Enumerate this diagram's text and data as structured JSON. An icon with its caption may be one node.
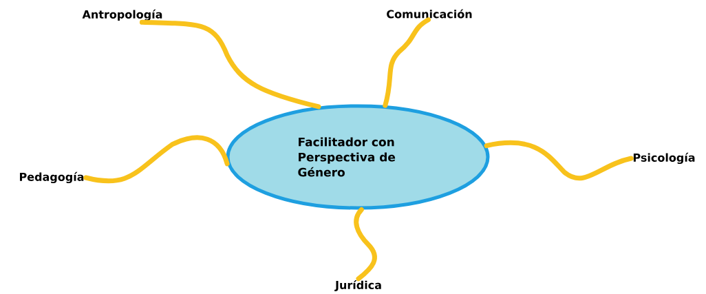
{
  "diagram": {
    "nodes": [
      {
        "text": [
          "Facilitador con Perspectiva de Género"
        ]
      },
      {
        "text": [
          "Antropología"
        ]
      },
      {
        "text": [
          "Comunicación"
        ]
      },
      {
        "text": [
          "Psicología"
        ]
      },
      {
        "text": [
          "Pedagogía"
        ]
      },
      {
        "text": [
          "Jurídica"
        ]
      }
    ],
    "edges": [
      {
        "from": 0,
        "to": 1,
        "arrow": "none"
      },
      {
        "from": 0,
        "to": 2,
        "arrow": "none"
      },
      {
        "from": 0,
        "to": 3,
        "arrow": "none"
      },
      {
        "from": 0,
        "to": 4,
        "arrow": "none"
      },
      {
        "from": 0,
        "to": 5,
        "arrow": "none"
      }
    ]
  }
}
